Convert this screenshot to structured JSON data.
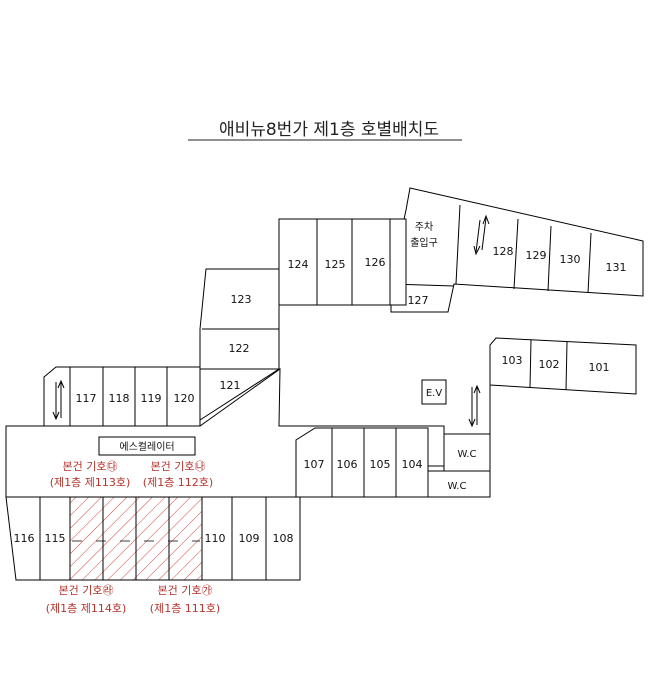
{
  "title": "애비뉴8번가 제1층 호별배치도",
  "rooms": {
    "r101": "101",
    "r102": "102",
    "r103": "103",
    "r105": "105",
    "r106": "106",
    "r107": "107",
    "r104": "104",
    "r108": "108",
    "r109": "109",
    "r110": "110",
    "r115": "115",
    "r116": "116",
    "r117": "117",
    "r118": "118",
    "r119": "119",
    "r120": "120",
    "r121": "121",
    "r122": "122",
    "r123": "123",
    "r124": "124",
    "r125": "125",
    "r126": "126",
    "r127": "127",
    "r128": "128",
    "r129": "129",
    "r130": "130",
    "r131": "131"
  },
  "labels": {
    "parking_1": "주차",
    "parking_2": "출입구",
    "escalator": "에스컬레이터",
    "elevator": "E.V",
    "wc1": "W.C",
    "wc2": "W.C"
  },
  "annotations": {
    "a_title": "본건 기호㉮",
    "a_sub": "(제1층 111호)",
    "na_title": "본건 기호㉯",
    "na_sub": "(제1층 112호)",
    "da_title": "본건 기호㉰",
    "da_sub": "(제1층 제113호)",
    "ra_title": "본건 기호㉱",
    "ra_sub": "(제1층 제114호)"
  },
  "colors": {
    "annotation_red": "#b5332b",
    "hatch_red": "#d04a40",
    "line": "#000000"
  }
}
